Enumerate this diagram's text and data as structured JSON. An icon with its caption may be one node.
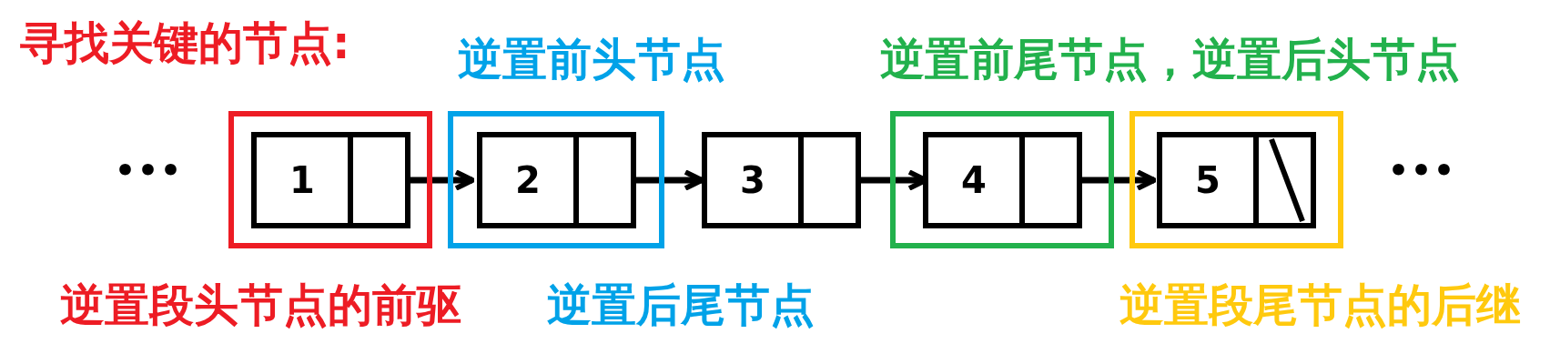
{
  "diagram": {
    "title": "寻找关键的节点:",
    "nodes": [
      {
        "text": [],
        "shape": "box",
        "beside": [
          "逆置段头节点的前驱"
        ]
      },
      {
        "text": [
          "1"
        ],
        "in": 0
      },
      {
        "text": [],
        "shape": "box",
        "beside": [
          "逆置前头节点",
          "逆置后尾节点"
        ]
      },
      {
        "text": [
          "2"
        ],
        "in": 2
      },
      {
        "text": [
          "3"
        ]
      },
      {
        "text": [],
        "shape": "box",
        "beside": [
          "逆置前尾节点，逆置后头节点"
        ]
      },
      {
        "text": [
          "4"
        ],
        "in": 5
      },
      {
        "text": [],
        "shape": "box",
        "beside": [
          "逆置段尾节点的后继"
        ]
      },
      {
        "text": [
          "5"
        ],
        "in": 7
      }
    ],
    "edges": [
      {
        "from": 1,
        "to": 3,
        "arrow": "to"
      },
      {
        "from": 3,
        "to": 4,
        "arrow": "to"
      },
      {
        "from": 4,
        "to": 6,
        "arrow": "to"
      },
      {
        "from": 6,
        "to": 8,
        "arrow": "to"
      }
    ],
    "labels": [
      "•••",
      "•••"
    ]
  }
}
